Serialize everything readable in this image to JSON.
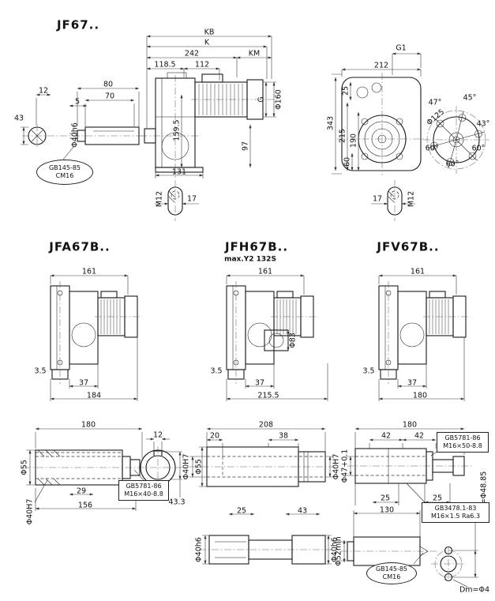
{
  "colors": {
    "line": "#1a1a1a",
    "dim": "#3a3a3a",
    "bg": "#ffffff"
  },
  "top": {
    "title": "JF67..",
    "shaft_view": {
      "d12": "12",
      "d80": "80",
      "d70": "70",
      "d5": "5",
      "d43": "43",
      "dia": "Φ40h6",
      "callout": [
        "GB145-85",
        "CM16"
      ]
    },
    "front_view": {
      "kb": "KB",
      "k": "K",
      "d242": "242",
      "km": "KM",
      "d118_5": "118.5",
      "d112": "112",
      "d159_5": "159.5",
      "g": "G",
      "dia160": "Φ160",
      "d97": "97",
      "d131": "131"
    },
    "flange_view": {
      "g1": "G1",
      "d212": "212",
      "d25": "25",
      "d343": "343",
      "d215": "215",
      "d190": "190",
      "d60": "60",
      "bolt_circle": "Φ125",
      "a47": "47°",
      "a45": "45°",
      "a43": "43°",
      "a60_bl": "60°",
      "a60_br": "60°",
      "a60_b": "60°"
    },
    "key_left": {
      "m12": "M12",
      "d17": "17"
    },
    "key_right": {
      "m12": "M12",
      "d17": "17"
    }
  },
  "middle": {
    "jfa": {
      "title": "JFA67B..",
      "d161": "161",
      "d3_5": "3.5",
      "d37": "37",
      "depth": "184"
    },
    "jfh": {
      "title": "JFH67B..",
      "subtitle": "max.Y2 132S",
      "d161": "161",
      "d3_5": "3.5",
      "d37": "37",
      "depth": "215.5",
      "dia83": "Φ83"
    },
    "jfv": {
      "title": "JFV67B..",
      "d161": "161",
      "d3_5": "3.5",
      "d37": "37",
      "depth": "180"
    }
  },
  "bottom": {
    "hollow_keyed": {
      "len": "180",
      "od": "Φ55",
      "bore": "Φ40H7",
      "d29": "29",
      "d156": "156",
      "d43_3": "43.3",
      "key_w": "12",
      "bolt_callout": [
        "GB5781-86",
        "M16×40-8.8"
      ]
    },
    "hollow_long": {
      "len": "208",
      "d20": "20",
      "d38": "38",
      "bore_l": "Φ40H7",
      "od": "Φ55",
      "bore_r": "Φ40H7",
      "d25": "25",
      "d43": "43",
      "shaft_l": "Φ40h6",
      "shaft_r": "Φ40h6"
    },
    "hollow_spline": {
      "len": "180",
      "d42a": "42",
      "d42b": "42",
      "bore": "Φ47+0.1",
      "d25a": "25",
      "d25b": "25",
      "d130": "130",
      "bolt_callout": [
        "GB5781-86",
        "M16×50-8.8"
      ],
      "spline_callout": [
        "GB3478.1-83",
        "M16×1.5 Ra6.3"
      ],
      "dia52": "Φ52min",
      "center_callout": [
        "GB145-85",
        "CM16"
      ],
      "me": "Me=Φ48.85",
      "dm": "Dm=Φ4"
    }
  }
}
